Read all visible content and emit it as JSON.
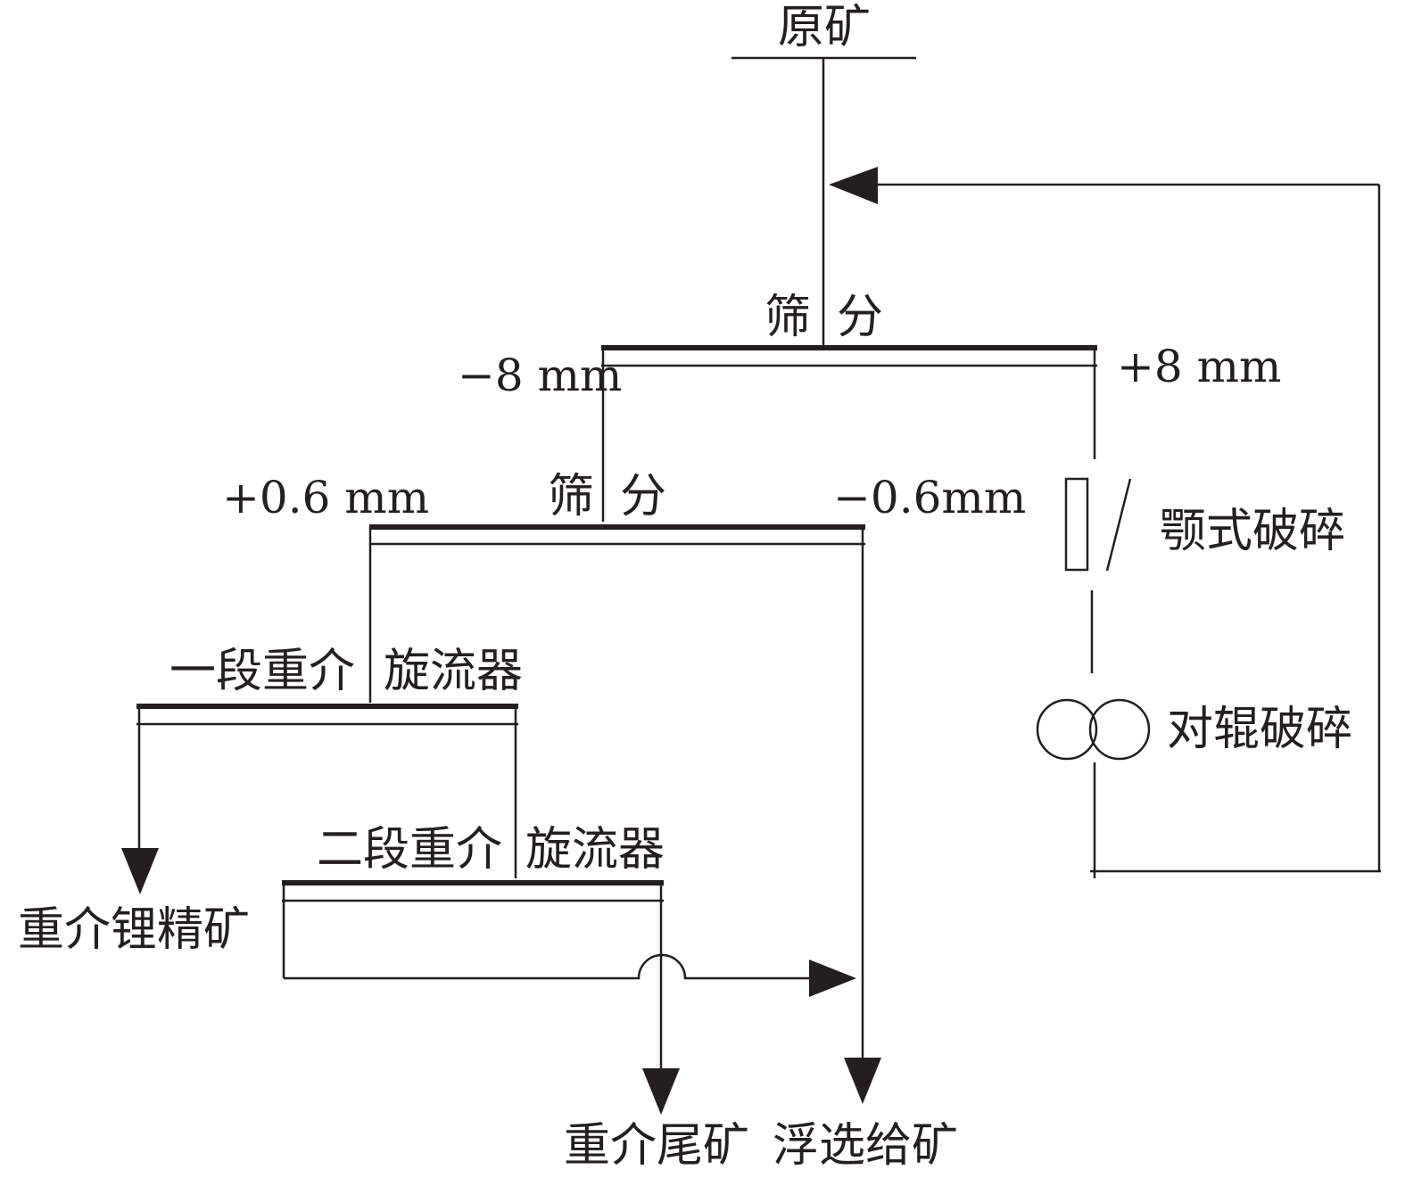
{
  "labels": {
    "raw_ore": "原矿",
    "screen1_left": "筛",
    "screen1_right": "分",
    "minus_8mm": "−8 mm",
    "plus_8mm": "+8 mm",
    "screen2_left": "筛",
    "screen2_right": "分",
    "plus_0_6mm": "+0.6 mm",
    "minus_0_6mm": "−0.6mm",
    "jaw_crusher": "颚式破碎",
    "roll_crusher": "对辊破碎",
    "cyclone1_left": "一段重介",
    "cyclone1_right": "旋流器",
    "cyclone2_left": "二段重介",
    "cyclone2_right": "旋流器",
    "dms_li_concentrate": "重介锂精矿",
    "dms_tailings": "重介尾矿",
    "flotation_feed": "浮选给矿"
  },
  "colors": {
    "line": "#231f20",
    "background": "#ffffff"
  }
}
